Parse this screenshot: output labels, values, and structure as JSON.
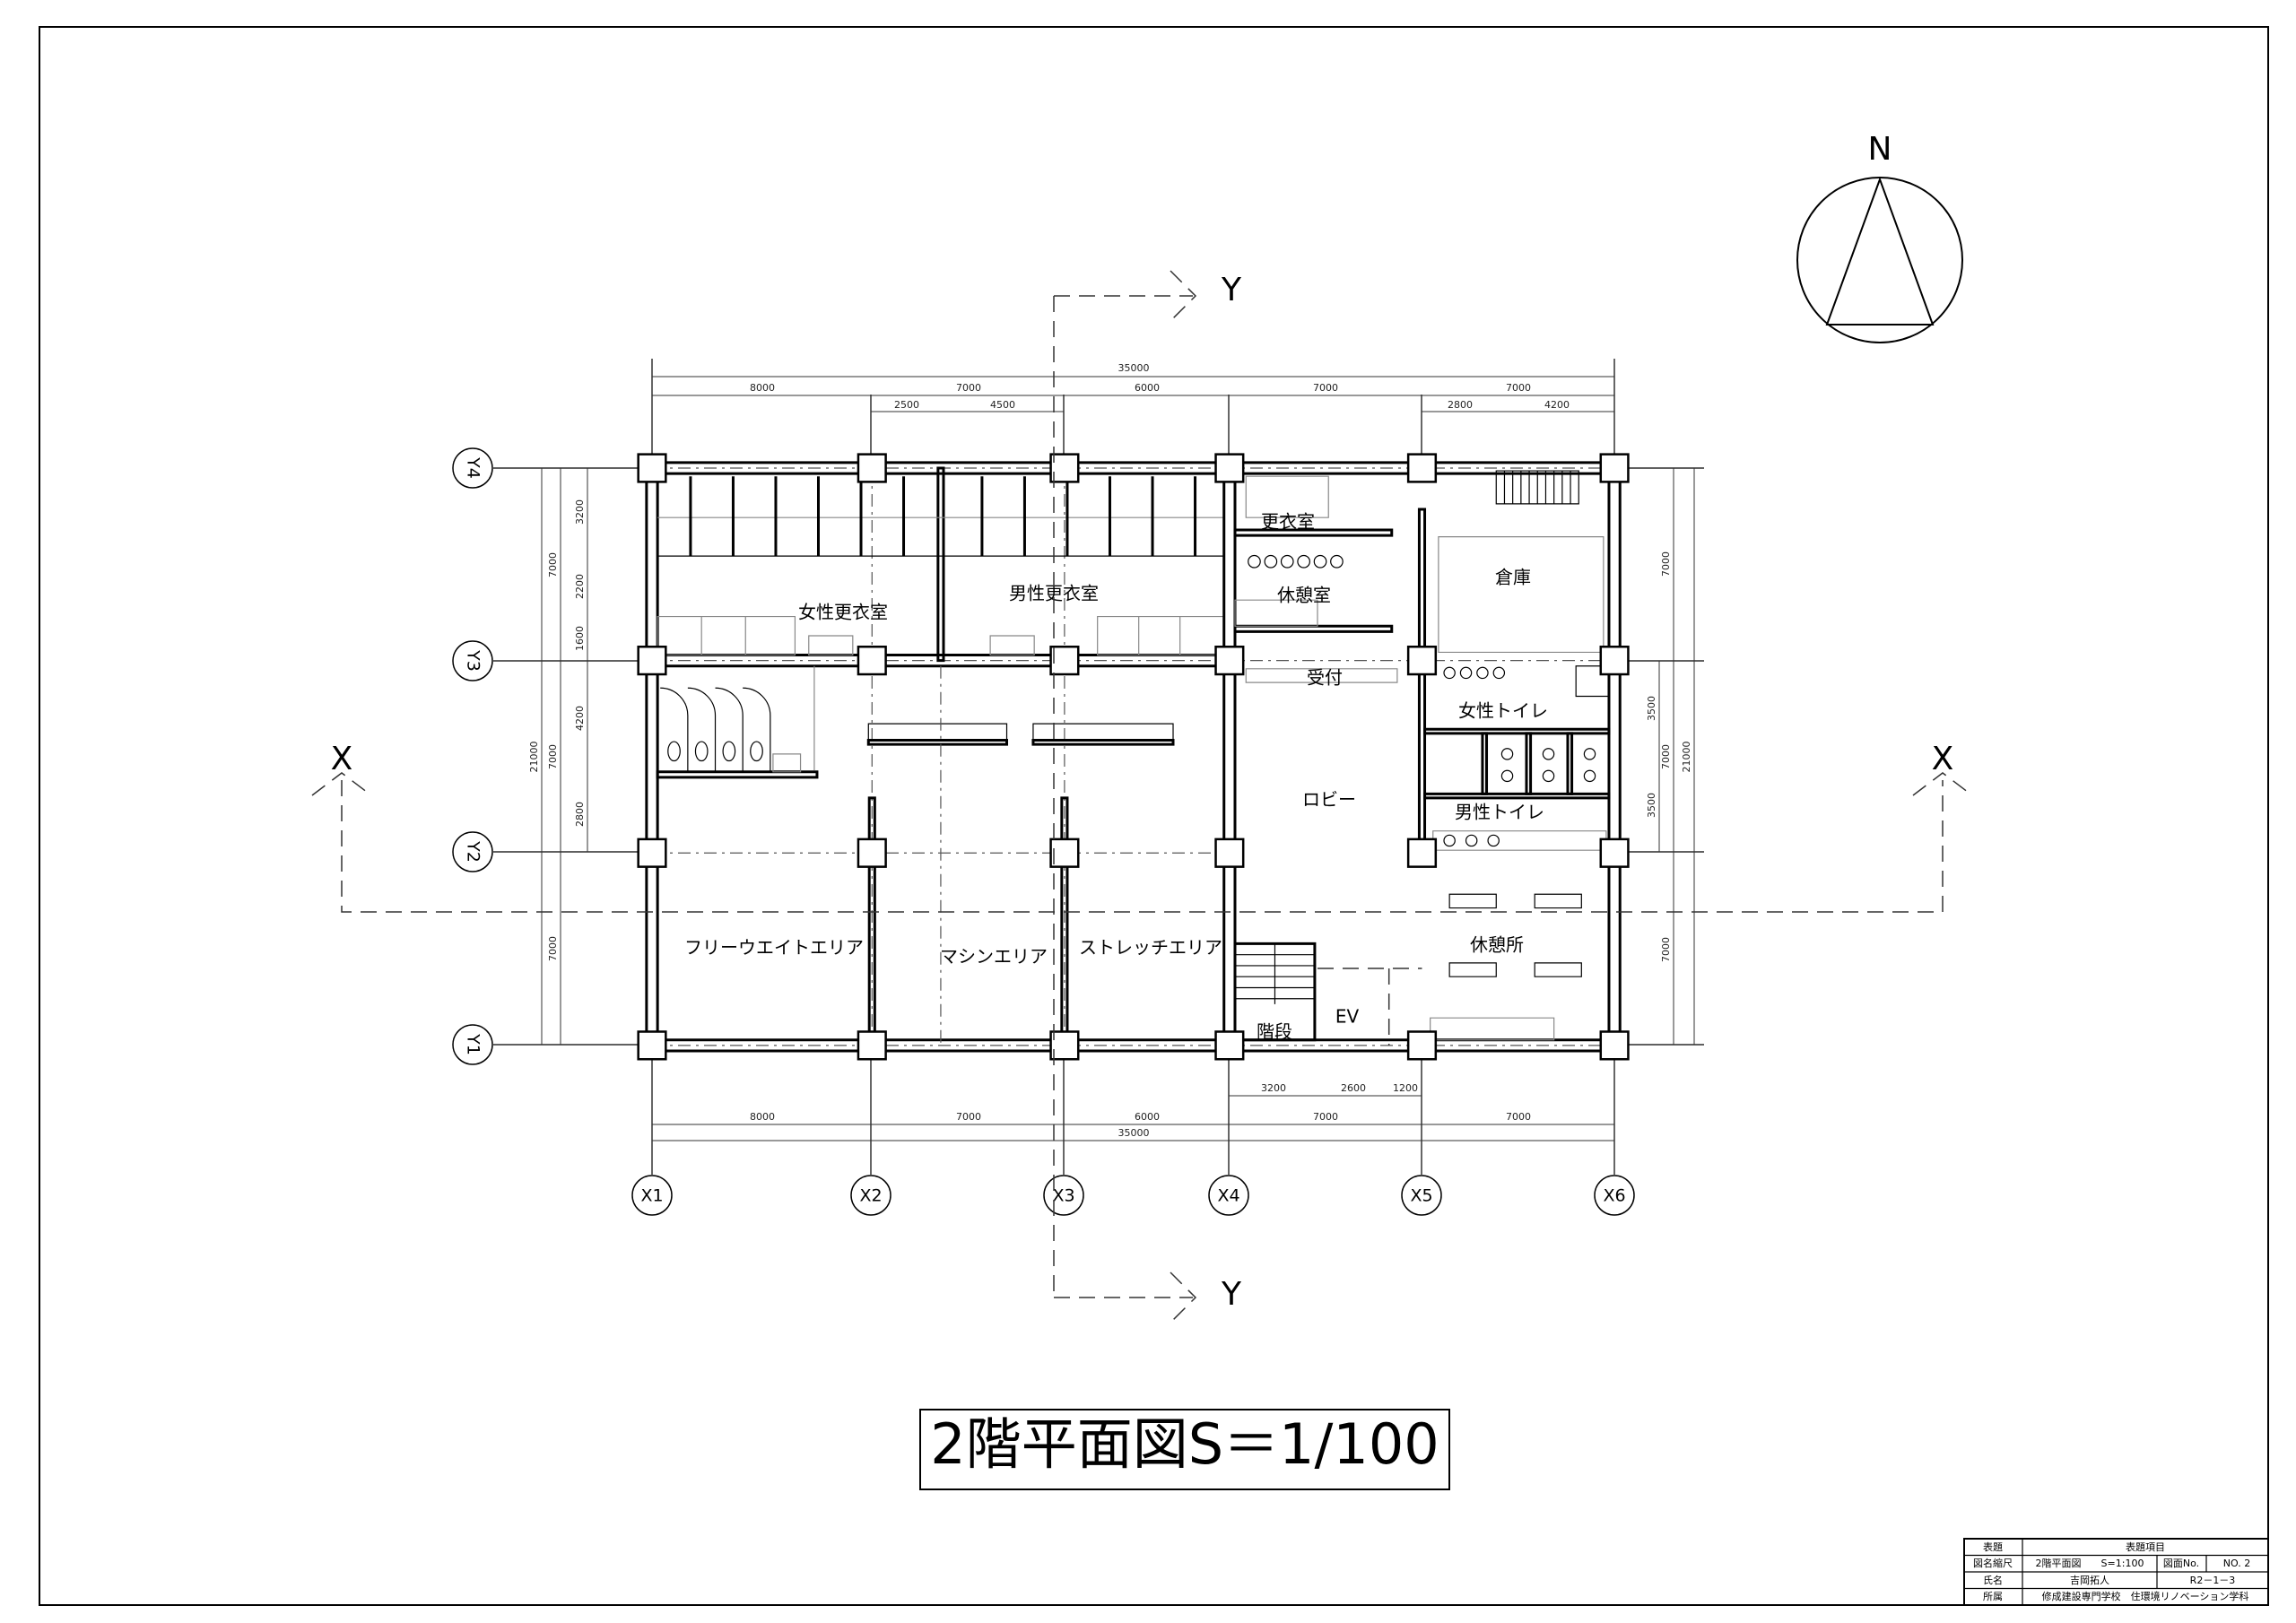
{
  "drawing": {
    "title": "2階平面図S＝1/100",
    "north_label": "N",
    "section_x_label": "X",
    "section_y_label": "Y"
  },
  "grid": {
    "x_axes": [
      "X1",
      "X2",
      "X3",
      "X4",
      "X5",
      "X6"
    ],
    "y_axes": [
      "Y4",
      "Y3",
      "Y2",
      "Y1"
    ]
  },
  "rooms": {
    "womens_locker": "女性更衣室",
    "mens_locker": "男性更衣室",
    "locker_room": "更衣室",
    "break_room": "休憩室",
    "storage": "倉庫",
    "reception": "受付",
    "womens_toilet": "女性トイレ",
    "lobby": "ロビー",
    "mens_toilet": "男性トイレ",
    "free_weight": "フリーウエイトエリア",
    "machine": "マシンエリア",
    "stretch": "ストレッチエリア",
    "lounge": "休憩所",
    "stairs": "階段",
    "elevator": "EV"
  },
  "dimensions": {
    "top_total": "35000",
    "top_spans": [
      "8000",
      "7000",
      "6000",
      "7000",
      "7000"
    ],
    "top_sub": [
      "2500",
      "4500",
      "2800",
      "4200"
    ],
    "bottom_sub": [
      "3200",
      "2600",
      "1200"
    ],
    "bottom_spans": [
      "8000",
      "7000",
      "6000",
      "7000",
      "7000"
    ],
    "bottom_total": "35000",
    "left_total": "21000",
    "left_spans": [
      "7000",
      "7000",
      "7000"
    ],
    "left_sub": [
      "3200",
      "2200",
      "1600",
      "4200",
      "2800"
    ],
    "right_spans": [
      "7000",
      "7000",
      "7000"
    ],
    "right_sub": [
      "3500",
      "3500"
    ],
    "right_total": "21000"
  },
  "title_block": {
    "h_title": "表題",
    "h_items": "表題項目",
    "l_name_scale": "図名縮尺",
    "v_name_scale": "2階平面図　　S=1:100",
    "l_drawing_no": "図面No.",
    "v_drawing_no": "NO. 2",
    "l_author": "氏名",
    "v_author": "吉岡拓人",
    "v_class": "R2－1－3",
    "l_affiliation": "所属",
    "v_affiliation": "修成建設専門学校　住環境リノベーション学科"
  }
}
